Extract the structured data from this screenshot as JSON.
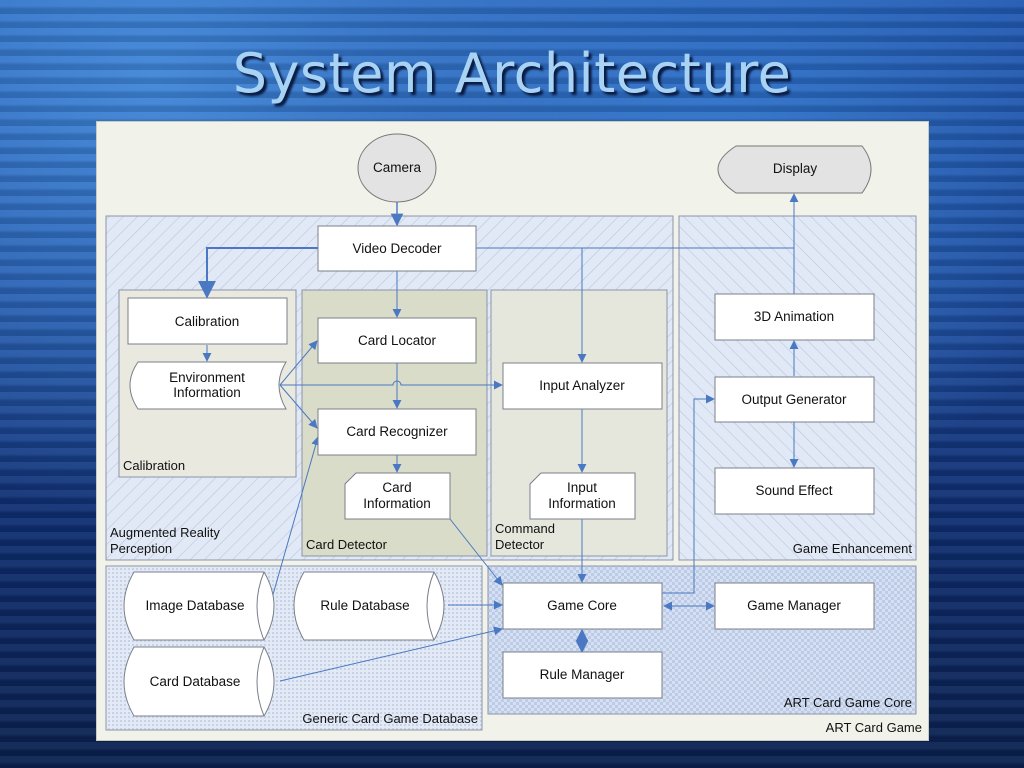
{
  "slide": {
    "title": "System Architecture"
  },
  "diagram": {
    "outer_group": "ART Card Game",
    "groups": {
      "ar_perception": "Augmented Reality Perception",
      "ar_perception_line1": "Augmented Reality",
      "ar_perception_line2": "Perception",
      "calibration": "Calibration",
      "card_detector": "Card Detector",
      "command_detector_line1": "Command",
      "command_detector_line2": "Detector",
      "game_enhancement": "Game Enhancement",
      "generic_db": "Generic Card Game Database",
      "core": "ART Card Game Core"
    },
    "nodes": {
      "camera": "Camera",
      "display": "Display",
      "video_decoder": "Video Decoder",
      "calibration": "Calibration",
      "env_info_line1": "Environment",
      "env_info_line2": "Information",
      "card_locator": "Card Locator",
      "card_recognizer": "Card Recognizer",
      "card_info_line1": "Card",
      "card_info_line2": "Information",
      "input_analyzer": "Input Analyzer",
      "input_info_line1": "Input",
      "input_info_line2": "Information",
      "animation_3d": "3D Animation",
      "output_generator": "Output Generator",
      "sound_effect": "Sound Effect",
      "image_db": "Image Database",
      "rule_db": "Rule Database",
      "card_db": "Card Database",
      "game_core": "Game Core",
      "game_manager": "Game Manager",
      "rule_manager": "Rule Manager"
    },
    "colors": {
      "arrow": "#4a78c2",
      "group_fill": "#e2e9f6",
      "group_hatch": "#b9c6dc",
      "subgroup_fill": "#e8e8dd",
      "detector_fill": "#d8dcc8",
      "terminal_fill": "#e3e3e3"
    }
  }
}
